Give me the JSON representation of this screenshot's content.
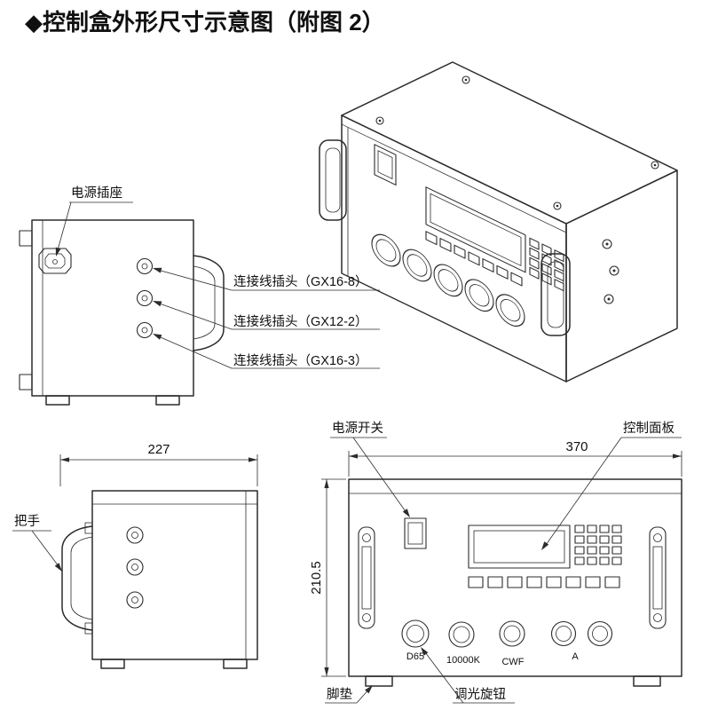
{
  "title": "◆控制盒外形尺寸示意图（附图 2）",
  "annotations": {
    "power_socket": "电源插座",
    "connector_gx16_8": "连接线插头（GX16-8）",
    "connector_gx12_2": "连接线插头（GX12-2）",
    "connector_gx16_3": "连接线插头（GX16-3）",
    "handle": "把手",
    "power_switch": "电源开关",
    "control_panel": "控制面板",
    "dimmer_knob": "调光旋钮",
    "foot_pad": "脚垫"
  },
  "dimensions": {
    "side_width": "227",
    "front_width": "370",
    "front_height": "210.5"
  },
  "knob_labels": [
    "D65",
    "10000K",
    "CWF",
    "A"
  ],
  "colors": {
    "line": "#2b2b2b",
    "text": "#101010",
    "background": "#ffffff"
  }
}
